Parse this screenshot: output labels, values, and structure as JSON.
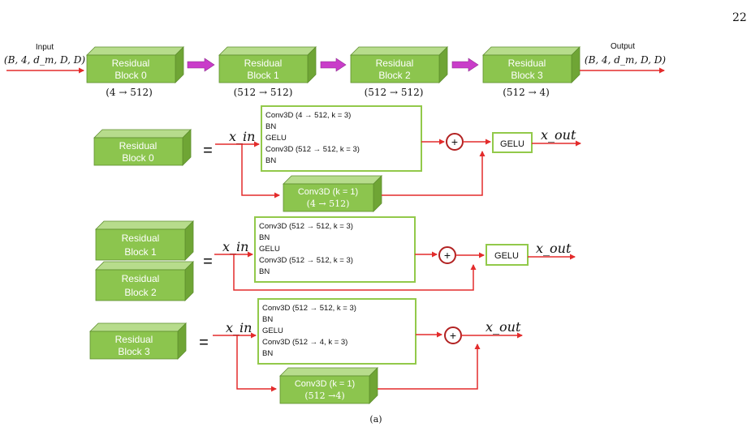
{
  "page": {
    "number": "22",
    "caption": "(a)"
  },
  "colors": {
    "block_front": "#8CC54E",
    "block_top": "#B7DC8C",
    "block_side": "#6FA535",
    "block_edge": "#5E8E2E",
    "arrow_red": "#E32B2B",
    "arrow_magenta": "#C93DC9",
    "box_border": "#92C94A",
    "adder_border": "#B22222"
  },
  "pipeline": {
    "input_label": "Input",
    "input_shape": "(B, 4, d_m, D, D)",
    "output_label": "Output",
    "output_shape": "(B, 4, d_m, D, D)",
    "blocks": [
      {
        "line1": "Residual",
        "line2": "Block 0",
        "dims": "(4 → 512)"
      },
      {
        "line1": "Residual",
        "line2": "Block 1",
        "dims": "(512 → 512)"
      },
      {
        "line1": "Residual",
        "line2": "Block 2",
        "dims": "(512 → 512)"
      },
      {
        "line1": "Residual",
        "line2": "Block 3",
        "dims": "(512 → 4)"
      }
    ]
  },
  "details": {
    "block0": {
      "line1": "Residual",
      "line2": "Block 0",
      "equals": "=",
      "x_in": "x_in",
      "x_out": "x_out",
      "main_ops": [
        "Conv3D (4 → 512, k = 3)",
        "BN",
        "GELU",
        "Conv3D (512 → 512, k = 3)",
        "BN"
      ],
      "skip_conv_line1": "Conv3D (k = 1)",
      "skip_conv_line2": "(4 → 512)",
      "plus": "+",
      "act": "GELU"
    },
    "block12": {
      "top_line1": "Residual",
      "top_line2": "Block 1",
      "bottom_line1": "Residual",
      "bottom_line2": "Block 2",
      "equals": "=",
      "x_in": "x_in",
      "x_out": "x_out",
      "main_ops": [
        "Conv3D (512 → 512, k = 3)",
        "BN",
        "GELU",
        "Conv3D (512 → 512, k = 3)",
        "BN"
      ],
      "plus": "+",
      "act": "GELU"
    },
    "block3": {
      "line1": "Residual",
      "line2": "Block 3",
      "equals": "=",
      "x_in": "x_in",
      "x_out": "x_out",
      "main_ops": [
        "Conv3D (512 → 512, k = 3)",
        "BN",
        "GELU",
        "Conv3D (512 → 4, k = 3)",
        "BN"
      ],
      "skip_conv_line1": "Conv3D (k = 1)",
      "skip_conv_line2": "(512 →4)",
      "plus": "+"
    }
  }
}
